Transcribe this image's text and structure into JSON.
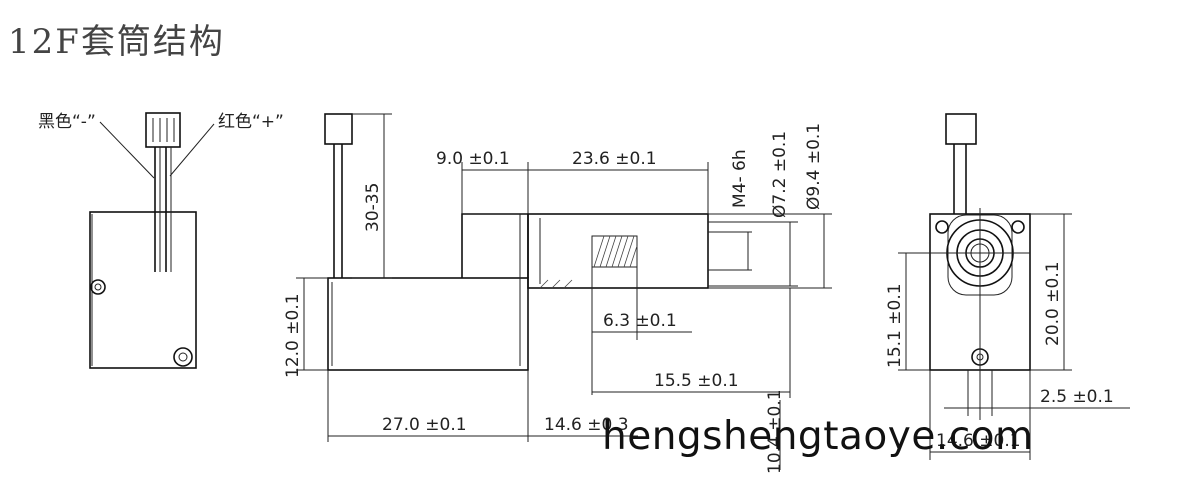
{
  "title": "12F套筒结构",
  "watermark": "hengshengtaoye.com",
  "wires": {
    "black_label": "黑色“-”",
    "red_label": "红色“+”"
  },
  "dims": {
    "lead_length": "30-35",
    "step_width": "9.0 ±0.1",
    "sleeve_length": "23.6 ±0.1",
    "thread": "M4- 6h",
    "inner_dia": "Ø7.2 ±0.1",
    "outer_dia": "Ø9.4 ±0.1",
    "body_height": "12.0 ±0.1",
    "thread_length": "6.3 ±0.1",
    "stroke": "15.5 ±0.1",
    "body_length": "27.0 ±0.1",
    "extension": "14.6 ±0.3",
    "axis_height": "10.4 ±0.1",
    "end_axis_height": "15.1 ±0.1",
    "end_height": "20.0 ±0.1",
    "hole_offset": "2.5 ±0.1",
    "end_width": "14.6 ±0.1"
  }
}
